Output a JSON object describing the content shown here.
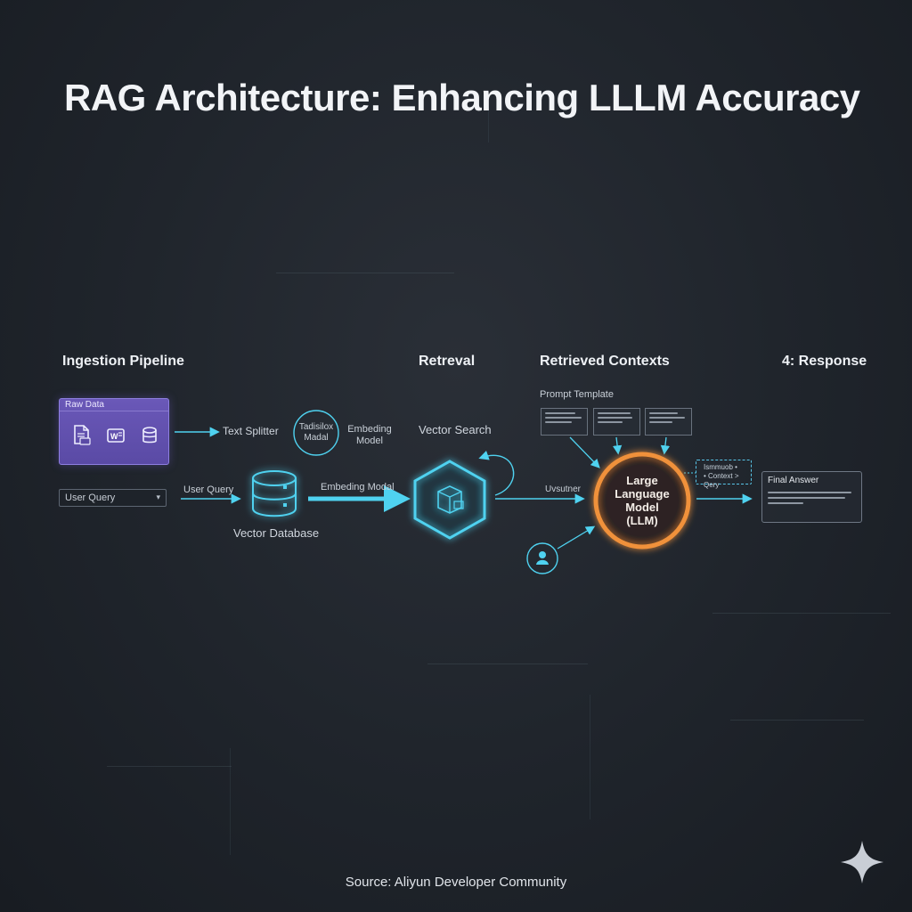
{
  "title": "RAG Architecture: Enhancing LLLM Accuracy",
  "sections": {
    "ingestion": "Ingestion Pipeline",
    "retrieval": "Retreval",
    "contexts": "Retrieved Contexts",
    "response": "4: Response"
  },
  "raw_data": {
    "header": "Raw Data",
    "icons": [
      "document-icon",
      "word-file-icon",
      "database-icon"
    ]
  },
  "user_query_box": {
    "text": "User Query",
    "chevron": "▾"
  },
  "labels": {
    "text_splitter": "Text Splitter",
    "tokenizer_model": [
      "Tadisilox",
      "Madal"
    ],
    "embedding_model_top": [
      "Embeding",
      "Model"
    ],
    "user_query": "User Query",
    "embedding_model_arrow": "Embeding Modal",
    "vector_database": "Vector Database",
    "vector_search": "Vector Search",
    "prompt_template": "Prompt Template",
    "uvsutner": "Uvsutner"
  },
  "llm": {
    "lines": [
      "Large",
      "Language",
      "Model",
      "(LLM)"
    ],
    "ring_color": "#f0913a"
  },
  "dashed_note": {
    "lines": [
      "Ismmuob •",
      "• Context > Qery"
    ]
  },
  "final_answer": {
    "title": "Final Answer"
  },
  "source": "Source: Aliyun Developer Community",
  "colors": {
    "accent_cyan": "#4fd2f0",
    "accent_orange": "#f0913a",
    "raw_panel": "#6452b0"
  }
}
